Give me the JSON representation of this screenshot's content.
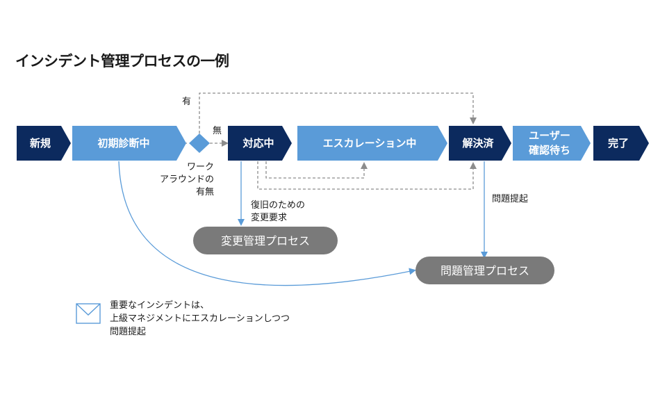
{
  "title": "インシデント管理プロセスの一例",
  "steps": {
    "new": "新規",
    "initial_diagnosis": "初期診断中",
    "in_progress": "対応中",
    "escalating": "エスカレーション中",
    "resolved": "解決済",
    "user_confirm_line1": "ユーザー",
    "user_confirm_line2": "確認待ち",
    "complete": "完了"
  },
  "decision": {
    "yes_label": "有",
    "no_label": "無",
    "caption_line1": "ワーク",
    "caption_line2": "アラウンドの",
    "caption_line3": "有無"
  },
  "labels": {
    "change_request_line1": "復旧のための",
    "change_request_line2": "変更要求",
    "problem_raise": "問題提起"
  },
  "processes": {
    "change_management": "変更管理プロセス",
    "problem_management": "問題管理プロセス"
  },
  "note": {
    "line1": "重要なインシデントは、",
    "line2": "上級マネジメントにエスカレーションしつつ",
    "line3": "問題提起"
  },
  "colors": {
    "dark_navy": "#0c2a5e",
    "light_blue": "#5a9bd8",
    "gray_pill": "#7a7a7a",
    "dashed_line": "#8c8c8c",
    "blue_line": "#5a9bd8"
  },
  "icons": {
    "note_icon": "envelope-icon"
  }
}
